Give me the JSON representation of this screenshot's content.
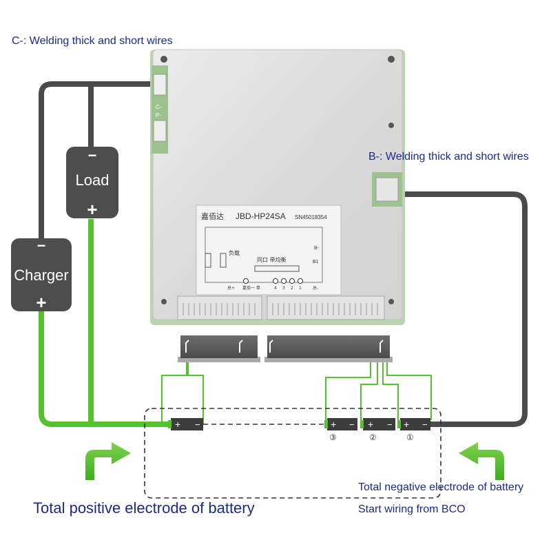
{
  "labels": {
    "c_minus_note": "C-: Welding thick and short wires",
    "b_minus_note": "B-: Welding thick and short wires",
    "total_positive": "Total positive electrode of battery",
    "total_negative": "Total negative electrode of battery",
    "start_wiring": "Start wiring from BCO"
  },
  "components": {
    "load": {
      "label": "Load",
      "neg": "−",
      "pos": "+"
    },
    "charger": {
      "label": "Charger",
      "neg": "−",
      "pos": "+"
    }
  },
  "board": {
    "brand": "嘉佰达",
    "model": "JBD-HP24SA",
    "serial": "SN45018354",
    "pad_labels": [
      "C-",
      "P-"
    ],
    "inner_text": "同口 带均衡",
    "side_text": "负载",
    "bottom_labels": [
      "总+",
      "嘉佰一 单",
      "4",
      "3",
      "2",
      "1",
      "总-"
    ],
    "b_labels": [
      "B-",
      "B1"
    ]
  },
  "cells": [
    {
      "pos": "+",
      "neg": "−",
      "number": ""
    },
    {
      "pos": "+",
      "neg": "−",
      "number": "③"
    },
    {
      "pos": "+",
      "neg": "−",
      "number": "②"
    },
    {
      "pos": "+",
      "neg": "−",
      "number": "①"
    }
  ],
  "colors": {
    "wire_dark": "#4a4a4a",
    "wire_green": "#55c12e",
    "label_navy": "#1a2a8c",
    "box_fill": "#4d4d4d"
  }
}
